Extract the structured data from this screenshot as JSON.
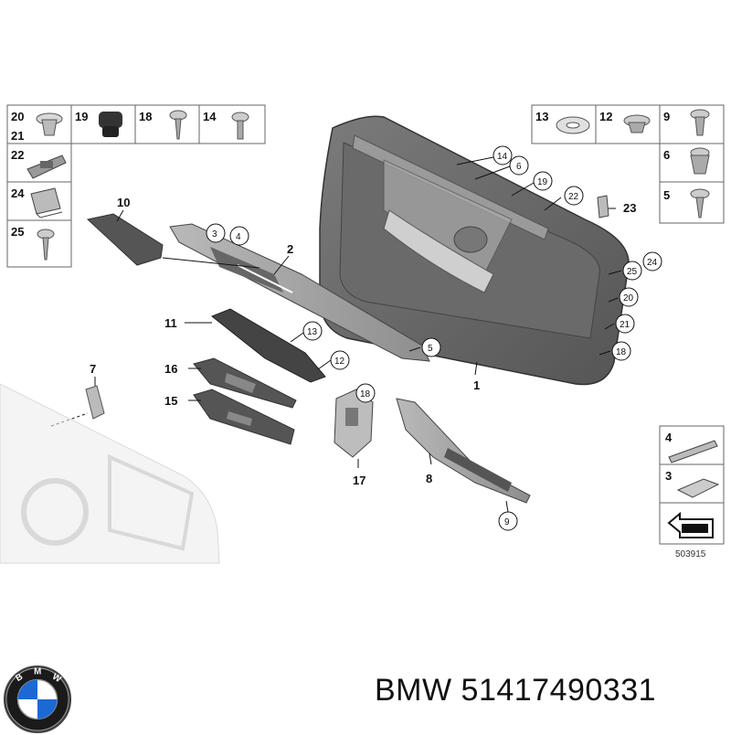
{
  "diagram": {
    "figure_number": "503915",
    "left_parts": [
      {
        "a": "20",
        "b": "21"
      },
      {
        "a": "19"
      },
      {
        "a": "18"
      },
      {
        "a": "14"
      },
      {
        "a": "22"
      },
      {
        "a": "24"
      },
      {
        "a": "25"
      }
    ],
    "right_parts": [
      "13",
      "12",
      "9",
      "6",
      "5"
    ],
    "detail_parts": [
      "4",
      "3"
    ],
    "callouts": {
      "c2": "2",
      "c3": "3",
      "c4": "4",
      "c5": "5",
      "c6": "6",
      "c7": "7",
      "c8": "8",
      "c9": "9",
      "c10": "10",
      "c11": "11",
      "c12": "12",
      "c13": "13",
      "c14": "14",
      "c15": "15",
      "c16": "16",
      "c17": "17",
      "c18a": "18",
      "c18b": "18",
      "c19": "19",
      "c1": "1",
      "c20": "20",
      "c21": "21",
      "c22": "22",
      "c23": "23",
      "c24": "24",
      "c25": "25"
    }
  },
  "footer": {
    "brand": "BMW",
    "part_number": "51417490331",
    "caption": "BMW 51417490331"
  }
}
